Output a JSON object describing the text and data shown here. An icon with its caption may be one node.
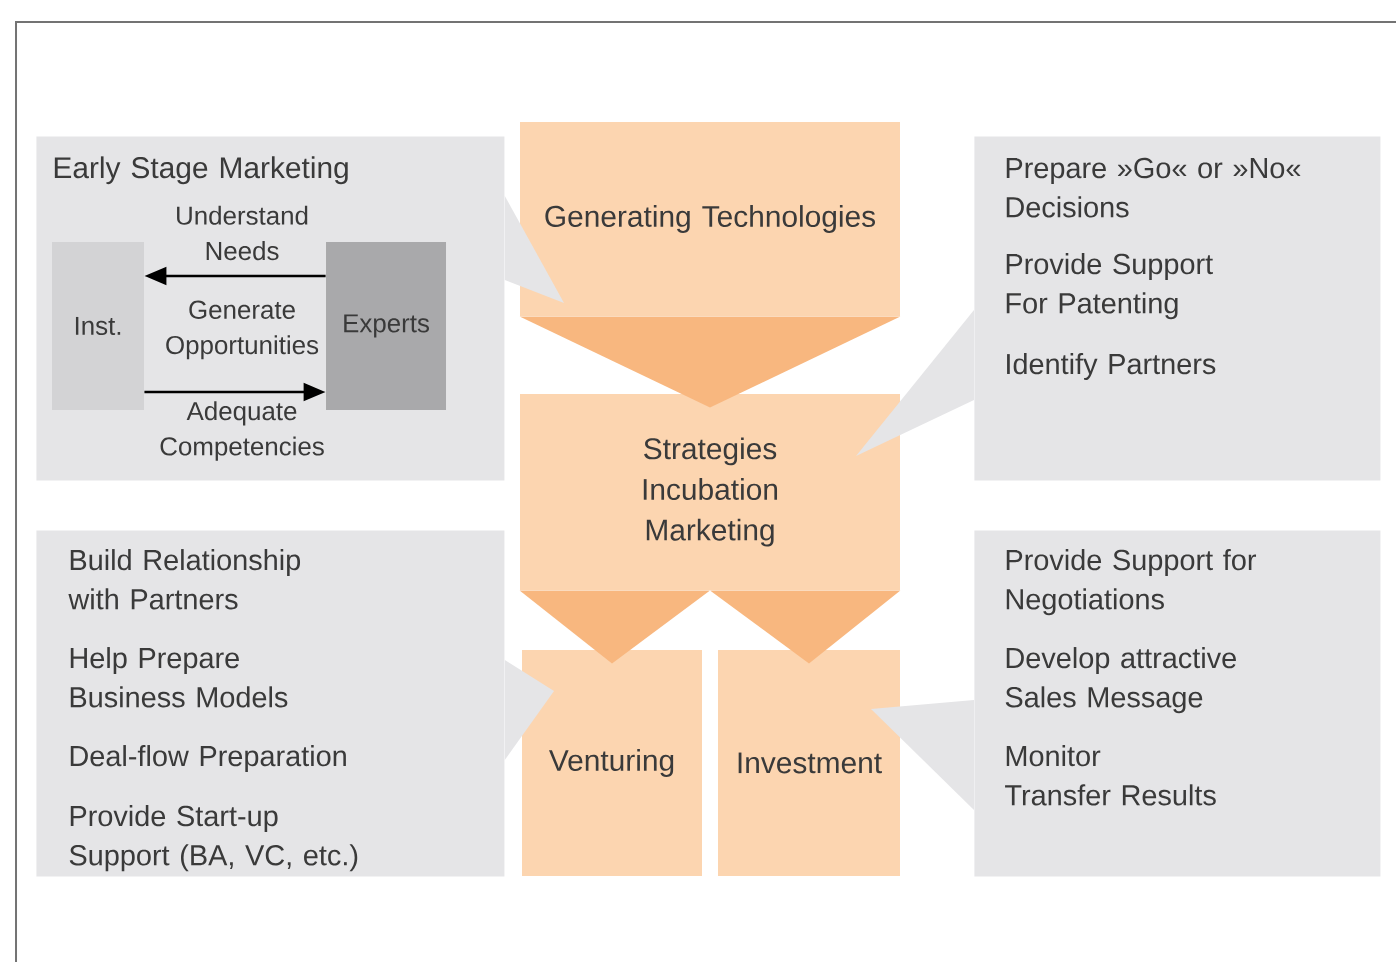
{
  "diagram": {
    "nodes": [
      {
        "text": [
          "Early Stage Marketing"
        ]
      },
      {
        "text": [
          "Inst."
        ],
        "in": 0
      },
      {
        "text": [
          "Experts"
        ],
        "in": 0
      },
      {
        "text": [
          "Generating Technologies"
        ]
      },
      {
        "text": [
          "Strategies Incubation Marketing"
        ]
      },
      {
        "text": [
          "Venturing"
        ]
      },
      {
        "text": [
          "Investment"
        ]
      },
      {
        "text": [
          "Prepare »Go« or »No« Decisions",
          "Provide Support For Patenting",
          "Identify Partners"
        ]
      },
      {
        "text": [
          "Build Relationship with Partners",
          "Help Prepare Business Models",
          "Deal-flow Preparation",
          "Provide Start-up Support (BA, VC, etc.)"
        ]
      },
      {
        "text": [
          "Provide Support for Negotiations",
          "Develop attractive Sales Message",
          "Monitor Transfer Results"
        ]
      }
    ],
    "edges": [
      {
        "from": 2,
        "to": 1,
        "arrow": "to",
        "label": "Understand Needs",
        "color": "#000000"
      },
      {
        "from": 1,
        "to": 2,
        "arrow": "to",
        "label": "Adequate Competencies",
        "color": "#000000"
      },
      {
        "from": 3,
        "to": 4,
        "arrow": "to",
        "style": "thick",
        "color": "#f8b77f"
      },
      {
        "from": 4,
        "to": 5,
        "arrow": "to",
        "style": "thick",
        "color": "#f8b77f"
      },
      {
        "from": 4,
        "to": 6,
        "arrow": "to",
        "style": "thick",
        "color": "#f8b77f"
      },
      {
        "from": 0,
        "to": 3,
        "arrow": "to"
      },
      {
        "from": 7,
        "to": 4,
        "arrow": "to"
      },
      {
        "from": 8,
        "to": 5,
        "arrow": "to"
      },
      {
        "from": 9,
        "to": 6,
        "arrow": "to"
      }
    ],
    "labels": [
      "Generate Opportunities"
    ]
  }
}
